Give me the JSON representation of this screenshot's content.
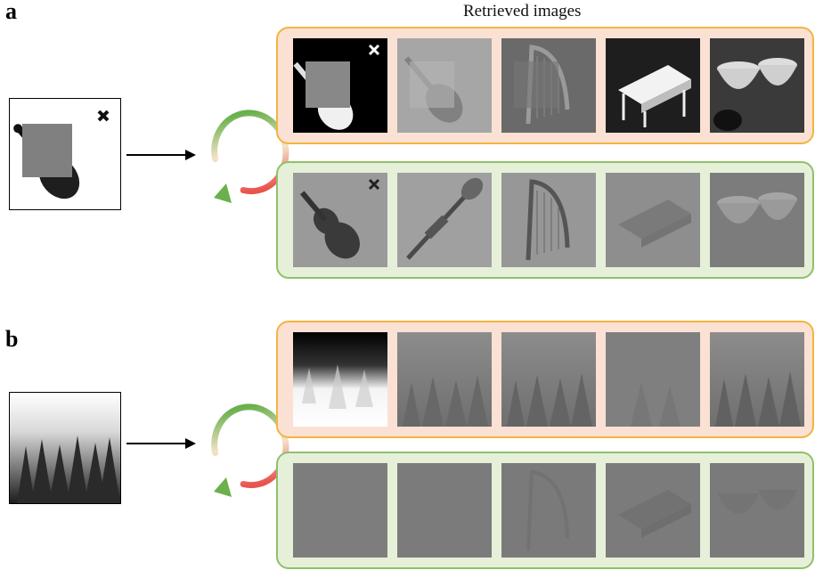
{
  "figure": {
    "header": "Retrieved images",
    "panels": [
      {
        "label": "a",
        "query_image": "occluded-violin",
        "rows": [
          {
            "tint": "orange",
            "items": [
              "violin-occluded-inverted",
              "violin-faded",
              "harp-faded",
              "piano-dark",
              "drums-dark"
            ]
          },
          {
            "tint": "green",
            "items": [
              "violin",
              "trumpet",
              "harp",
              "piano-faded",
              "drums-faded"
            ]
          }
        ]
      },
      {
        "label": "b",
        "query_image": "foggy-forest",
        "rows": [
          {
            "tint": "orange",
            "items": [
              "forest-inverted",
              "forest-faded",
              "forest-faded",
              "forest-faint",
              "forest-faded"
            ]
          },
          {
            "tint": "green",
            "items": [
              "blank-gray",
              "blank-gray",
              "harp-ghost",
              "piano-ghost",
              "drums-ghost"
            ]
          }
        ]
      }
    ],
    "colors": {
      "orange_row_fill": "#fbe1d3",
      "orange_row_border": "#f2b53f",
      "green_row_fill": "#e6f0d9",
      "green_row_border": "#8fc06a",
      "cycle_top": "#e8534d",
      "cycle_bottom": "#6ab04c"
    }
  }
}
